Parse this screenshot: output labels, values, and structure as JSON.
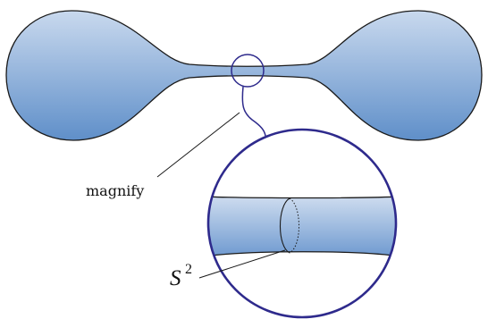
{
  "labels": {
    "magnify": "magnify",
    "sphere_symbol": "S",
    "sphere_exponent": "2"
  },
  "colors": {
    "fill_top": "#c9d9ee",
    "fill_bottom": "#5f8fc9",
    "outline": "#1a1a1a",
    "magnifier": "#2e2a8c"
  }
}
